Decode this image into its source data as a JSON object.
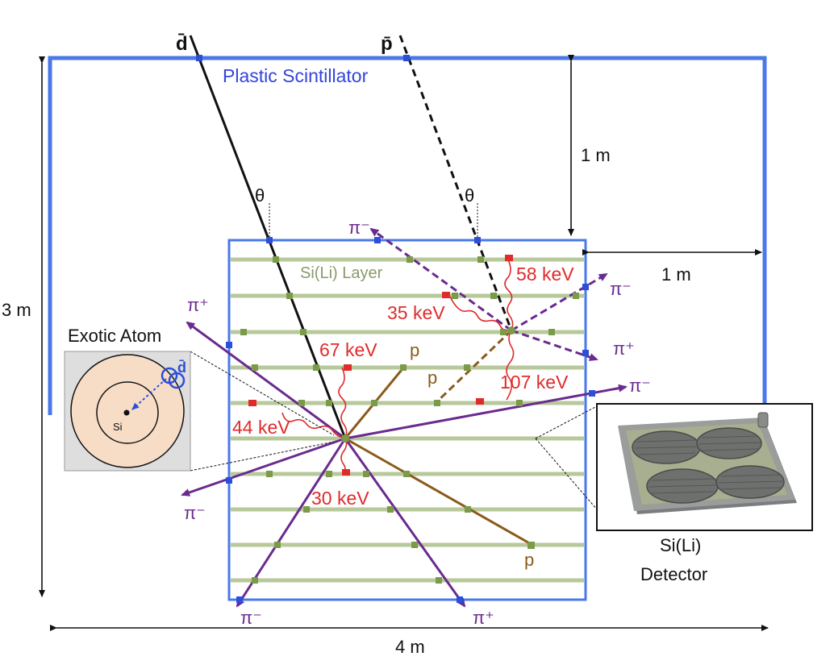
{
  "particles": {
    "antideuteron": "d̄",
    "antiproton": "p̄"
  },
  "labels": {
    "plastic_scintillator": "Plastic Scintillator",
    "theta": "θ",
    "si_li_layer": "Si(Li) Layer",
    "exotic_atom": "Exotic Atom",
    "si": "Si",
    "d_bar": "d̄",
    "detector_line1": "Si(Li)",
    "detector_line2": "Detector"
  },
  "dimensions": {
    "top_gap": "1 m",
    "side_gap": "1 m",
    "height": "3 m",
    "width": "4 m"
  },
  "energies": {
    "e58": "58 keV",
    "e35": "35 keV",
    "e67": "67 keV",
    "e107": "107 keV",
    "e44": "44 keV",
    "e30": "30 keV"
  },
  "products": {
    "pi_minus": "π⁻",
    "pi_plus": "π⁺",
    "p": "p"
  },
  "colors": {
    "scintillator": "#4a78e8",
    "layer": "#b7c99a",
    "pion": "#6a2a8e",
    "proton": "#8b5a1b",
    "xray": "#e02b2b",
    "track": "#111111"
  }
}
